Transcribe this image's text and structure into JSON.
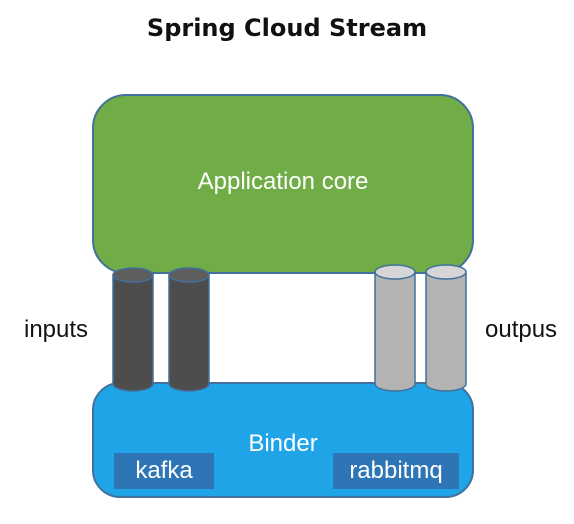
{
  "title": "Spring Cloud Stream",
  "app_core": {
    "label": "Application core"
  },
  "binder": {
    "label": "Binder",
    "brokers": [
      "kafka",
      "rabbitmq"
    ]
  },
  "labels": {
    "inputs": "inputs",
    "outputs": "outpus"
  },
  "colors": {
    "app_core_fill": "#70ad47",
    "binder_fill": "#1fa4e8",
    "broker_fill": "#2e75b6",
    "border": "#41719c",
    "input_channel": "#4d4d4d",
    "output_channel": "#b3b3b3"
  }
}
